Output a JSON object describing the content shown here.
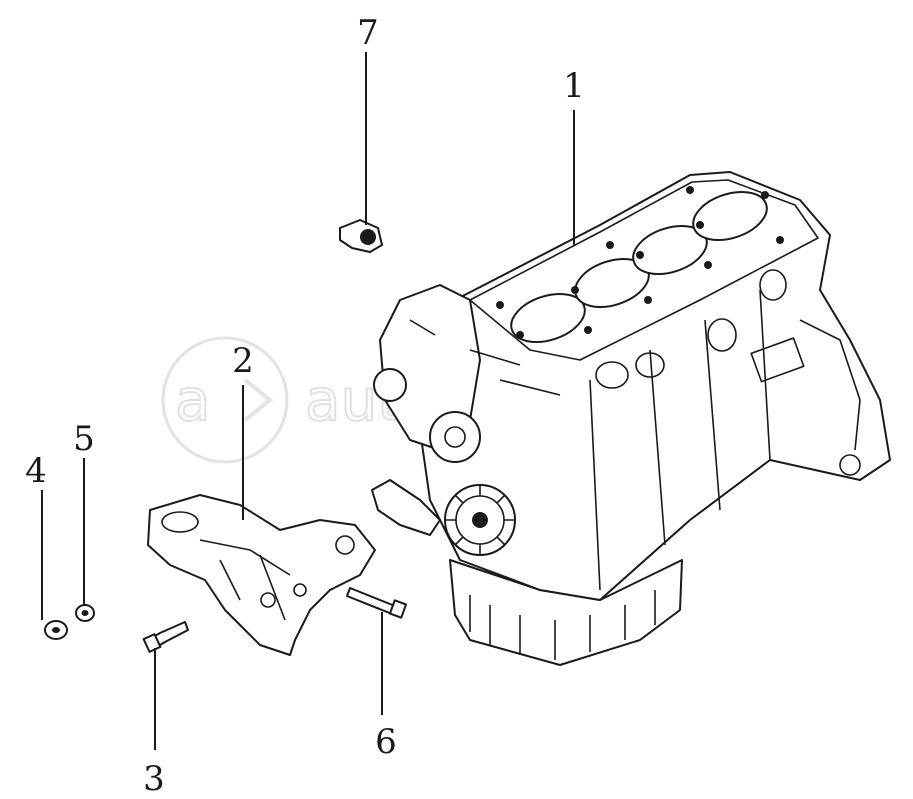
{
  "watermark": "autopiter.ru",
  "callouts": {
    "c1": "1",
    "c2": "2",
    "c3": "3",
    "c4": "4",
    "c5": "5",
    "c6": "6",
    "c7": "7"
  }
}
